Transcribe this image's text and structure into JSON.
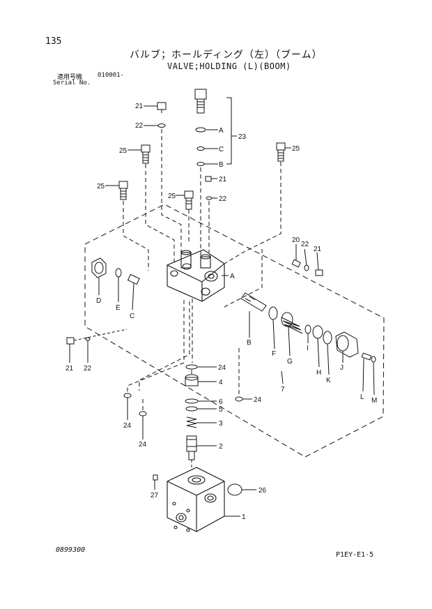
{
  "header": {
    "page_number": "135",
    "title_jp": "バルブ；ホールディング（左）（ブーム）",
    "title_en": "VALVE;HOLDING (L)(BOOM)",
    "serial_label_jp": "適用号機",
    "serial_range": "010001-",
    "serial_label_en": "Serial No."
  },
  "callouts": {
    "c21_top": "21",
    "c22_top": "22",
    "c25_a": "25",
    "c25_b": "25",
    "c25_c": "25",
    "c25_d": "25",
    "c23": "23",
    "sub_a": "A",
    "sub_c": "C",
    "sub_b": "B",
    "c21_mid": "21",
    "c22_mid": "22",
    "c20": "20",
    "c22_r": "22",
    "c21_r": "21",
    "letter_a_body": "A",
    "d": "D",
    "e": "E",
    "c_left": "C",
    "b_right": "B",
    "f": "F",
    "g": "G",
    "i": "I",
    "h": "H",
    "j": "J",
    "k": "K",
    "l": "L",
    "m": "M",
    "c21_left": "21",
    "c22_left": "22",
    "c24_a": "24",
    "c4": "4",
    "c6": "6",
    "c5": "5",
    "c3": "3",
    "c2": "2",
    "c24_b": "24",
    "c24_c": "24",
    "c24_d": "24",
    "c7": "7",
    "c27": "27",
    "c26": "26",
    "c1": "1"
  },
  "footer": {
    "drawing_code": "0899300",
    "page_code": "P1EY-E1-5"
  }
}
